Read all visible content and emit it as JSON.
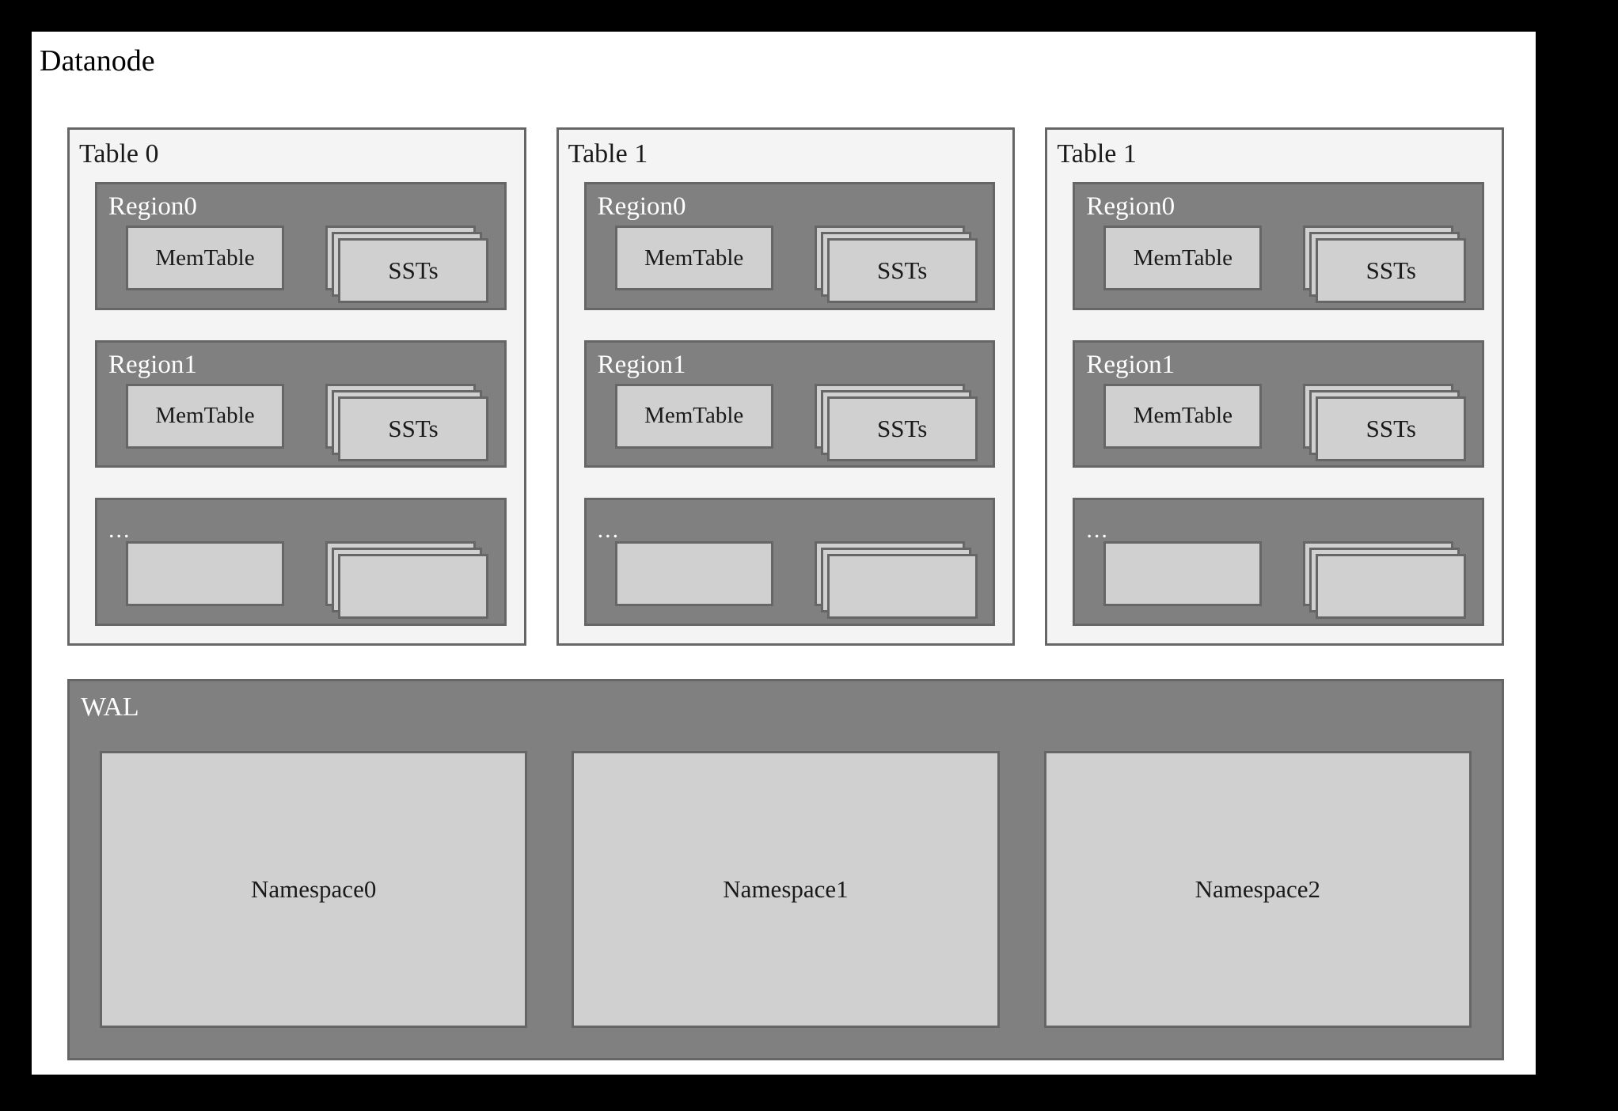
{
  "diagram": {
    "title": "Datanode",
    "tables": [
      {
        "label": "Table 0",
        "regions": [
          {
            "label": "Region0",
            "memtable": "MemTable",
            "ssts": "SSTs",
            "empty": false
          },
          {
            "label": "Region1",
            "memtable": "MemTable",
            "ssts": "SSTs",
            "empty": false
          },
          {
            "label": "...",
            "memtable": "",
            "ssts": "",
            "empty": true
          }
        ]
      },
      {
        "label": "Table 1",
        "regions": [
          {
            "label": "Region0",
            "memtable": "MemTable",
            "ssts": "SSTs",
            "empty": false
          },
          {
            "label": "Region1",
            "memtable": "MemTable",
            "ssts": "SSTs",
            "empty": false
          },
          {
            "label": "...",
            "memtable": "",
            "ssts": "",
            "empty": true
          }
        ]
      },
      {
        "label": "Table 1",
        "regions": [
          {
            "label": "Region0",
            "memtable": "MemTable",
            "ssts": "SSTs",
            "empty": false
          },
          {
            "label": "Region1",
            "memtable": "MemTable",
            "ssts": "SSTs",
            "empty": false
          },
          {
            "label": "...",
            "memtable": "",
            "ssts": "",
            "empty": true
          }
        ]
      }
    ],
    "wal": {
      "label": "WAL",
      "namespaces": [
        "Namespace0",
        "Namespace1",
        "Namespace2"
      ]
    },
    "colors": {
      "outer_border": "#000000",
      "canvas": "#ffffff",
      "table_panel_bg": "#f4f4f4",
      "region_bg": "#808080",
      "box_bg": "#d0d0d0",
      "box_border": "#666666",
      "text_dark": "#1a1a1a",
      "text_light": "#ffffff"
    }
  }
}
